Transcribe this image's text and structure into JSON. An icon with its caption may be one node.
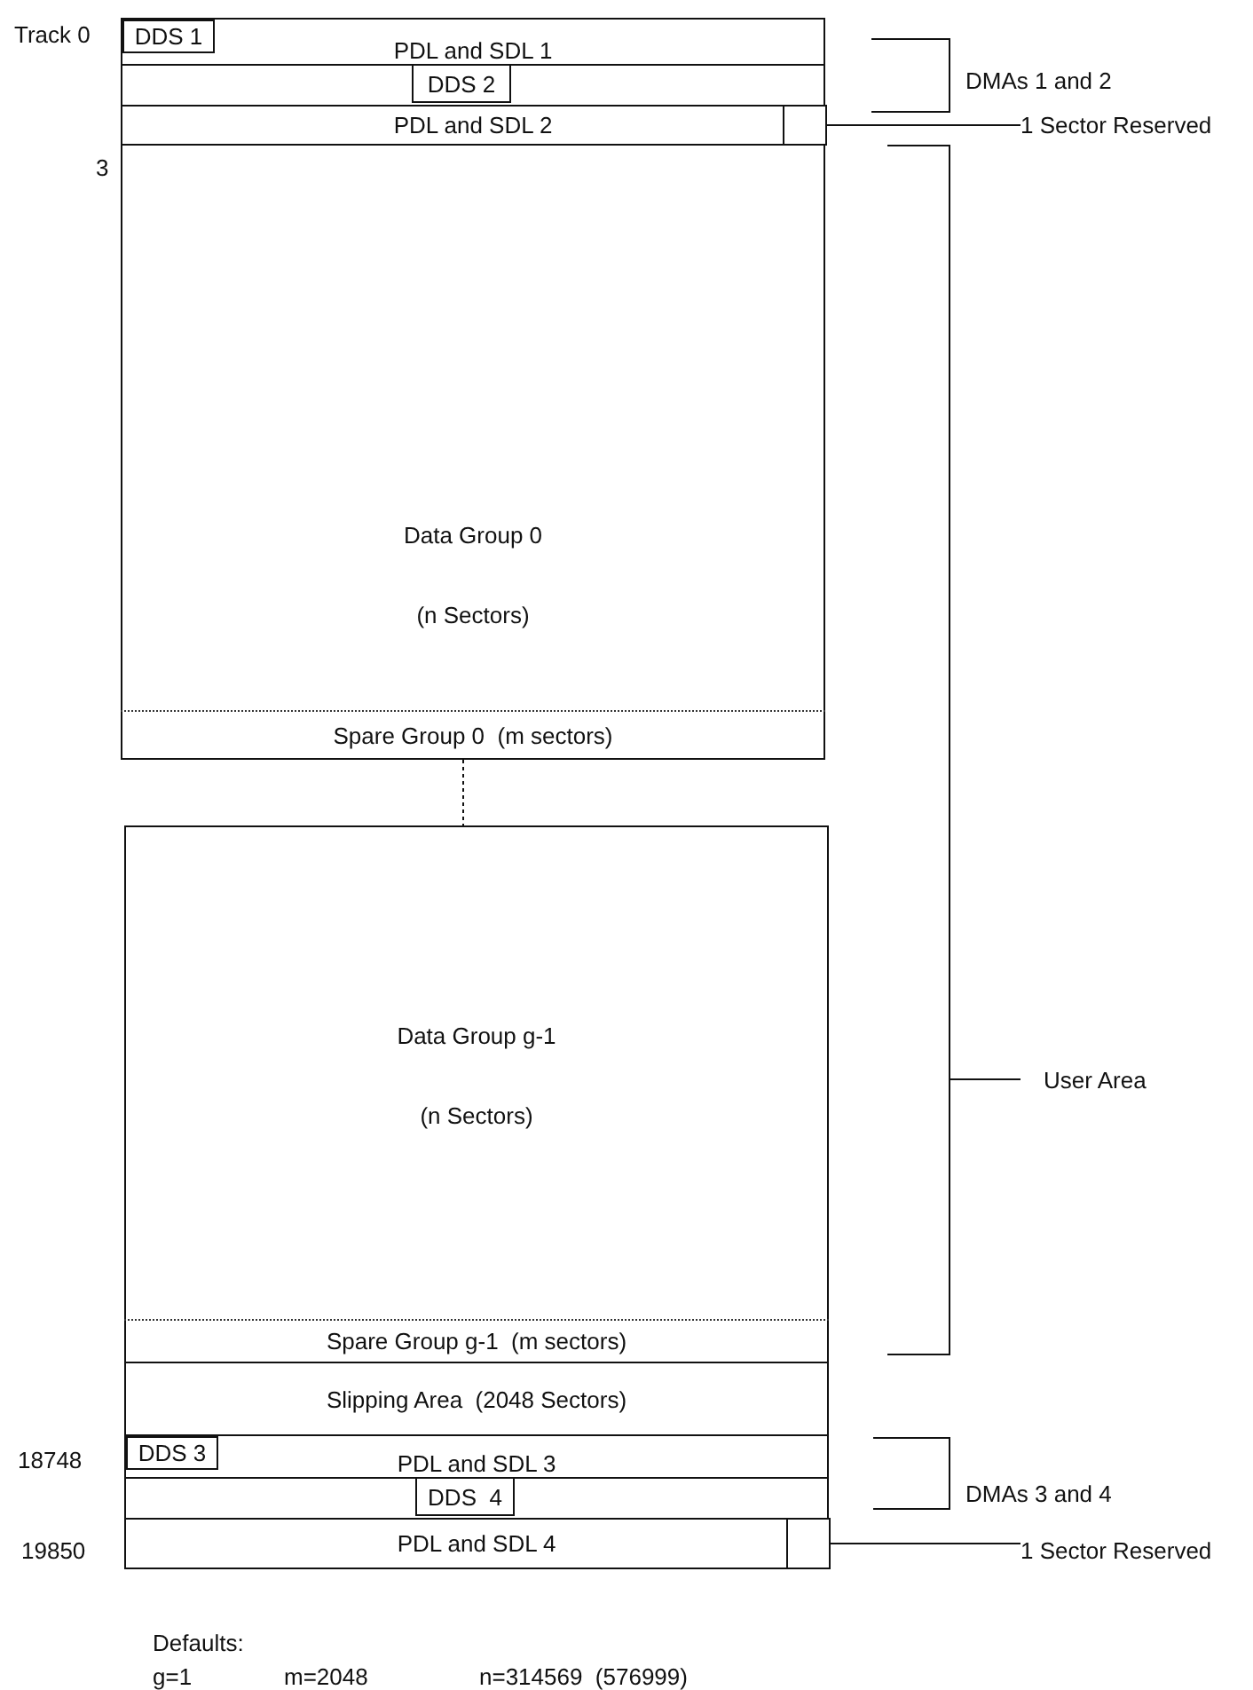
{
  "diagram": {
    "nodes": [
      {
        "text": [
          "PDL and SDL 1"
        ]
      },
      {
        "text": [
          "DDS 1"
        ],
        "in": 0
      },
      {
        "text": [],
        "shape": "box"
      },
      {
        "text": [
          "DDS 2"
        ],
        "in": 2
      },
      {
        "text": [
          "PDL and SDL 2"
        ]
      },
      {
        "text": [],
        "shape": "box",
        "in": 4
      },
      {
        "text": [
          "Data Group 0",
          "(n Sectors)"
        ]
      },
      {
        "text": [
          "Spare Group 0  (m sectors)"
        ],
        "in": 6
      },
      {
        "text": [
          "Data Group g-1",
          "(n Sectors)"
        ]
      },
      {
        "text": [
          "Spare Group g-1  (m sectors)"
        ],
        "in": 8
      },
      {
        "text": [
          "Slipping Area  (2048 Sectors)"
        ]
      },
      {
        "text": [
          "PDL and SDL 3"
        ]
      },
      {
        "text": [
          "DDS 3"
        ],
        "in": 11
      },
      {
        "text": [],
        "shape": "box"
      },
      {
        "text": [
          "DDS  4"
        ],
        "in": 13
      },
      {
        "text": [
          "PDL and SDL 4"
        ]
      },
      {
        "text": [],
        "shape": "box",
        "in": 15
      },
      {
        "text": [
          "1 Sector Reserved"
        ]
      },
      {
        "text": [
          "1 Sector Reserved"
        ]
      }
    ],
    "edges": [
      {
        "from": 17,
        "to": 5,
        "arrow": "none"
      },
      {
        "from": 7,
        "to": 8,
        "arrow": "none",
        "style": "dashed"
      },
      {
        "from": 18,
        "to": 16,
        "arrow": "none"
      }
    ],
    "labels": [
      "Track 0",
      "DMAs 1 and 2",
      "3",
      "User Area",
      "18748",
      "DMAs 3 and 4",
      "19850",
      "Defaults:",
      "g=1",
      "m=2048",
      "n=314569  (576999)"
    ]
  }
}
